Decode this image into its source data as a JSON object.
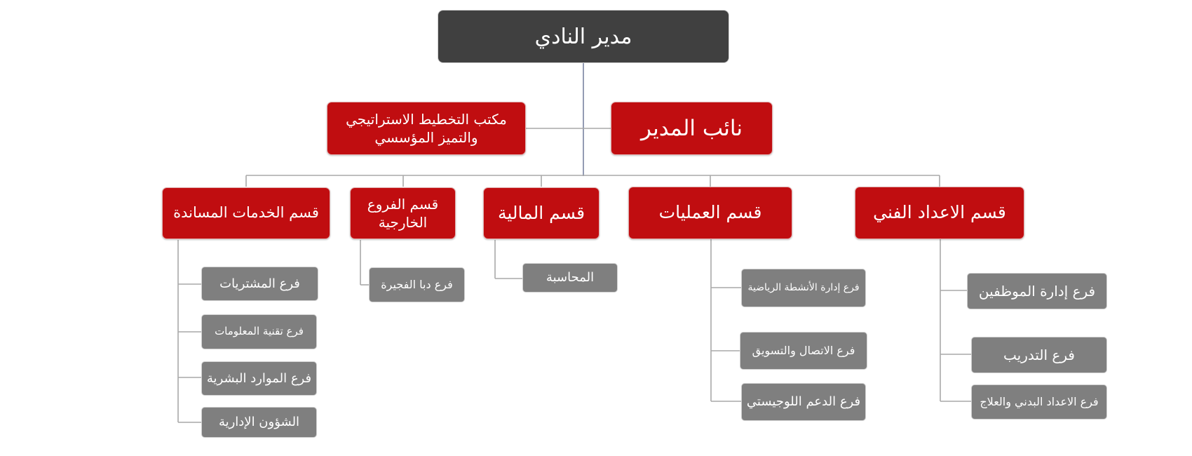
{
  "director": "مدير النادي",
  "deputy": "نائب المدير",
  "strategy_office": "مكتب التخطيط الاستراتيجي والتميز المؤسسي",
  "departments": {
    "technical": {
      "title": "قسم الاعداد الفني",
      "branches": [
        "فرع إدارة الموظفين",
        "فرع التدريب",
        "فرع الاعداد البدني والعلاج"
      ]
    },
    "operations": {
      "title": "قسم العمليات",
      "branches": [
        "فرع إدارة الأنشطة الرياضية",
        "فرع الاتصال والتسويق",
        "فرع الدعم اللوجيستي"
      ]
    },
    "finance": {
      "title": "قسم المالية",
      "branches": [
        "المحاسبة"
      ]
    },
    "external": {
      "title": "قسم الفروع الخارجية",
      "branches": [
        "فرع دبا الفجيرة"
      ]
    },
    "support": {
      "title": "قسم الخدمات المساندة",
      "branches": [
        "فرع المشتريات",
        "فرع تقنية المعلومات",
        "فرع الموارد البشرية",
        "الشؤون الإدارية"
      ]
    }
  },
  "colors": {
    "director": "#404040",
    "department": "#c00d10",
    "branch": "#7f7f7f",
    "connector": "#a6a6a6"
  }
}
